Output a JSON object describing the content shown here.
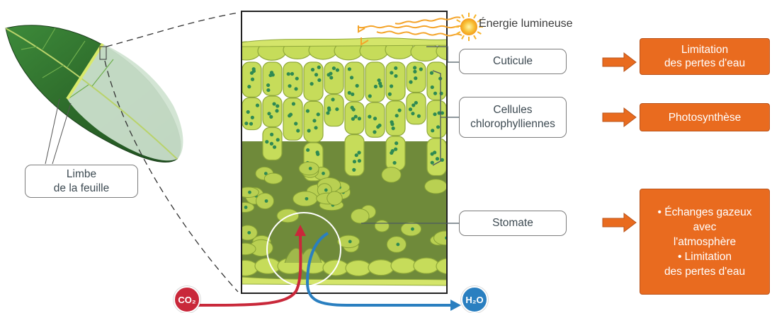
{
  "energy_label": "Énergie lumineuse",
  "leaf": {
    "label": "Limbe\nde la feuille"
  },
  "structures": [
    {
      "id": "cuticule",
      "label": "Cuticule",
      "role": "Limitation\ndes pertes d'eau"
    },
    {
      "id": "cellules",
      "label": "Cellules\nchlorophylliennes",
      "role": "Photosynthèse"
    },
    {
      "id": "stomate",
      "label": "Stomate",
      "role": "• Échanges gazeux\navec\nl'atmosphère\n• Limitation\ndes pertes d'eau"
    }
  ],
  "gases": {
    "in": "CO₂",
    "out": "H₂O"
  },
  "colors": {
    "orange": "#e96b1f",
    "co2": "#c9283a",
    "h2o": "#2a7fc0",
    "cell_fill": "#c6dc5a",
    "chloroplast": "#2f8a53",
    "sun": "#f6a21a"
  }
}
